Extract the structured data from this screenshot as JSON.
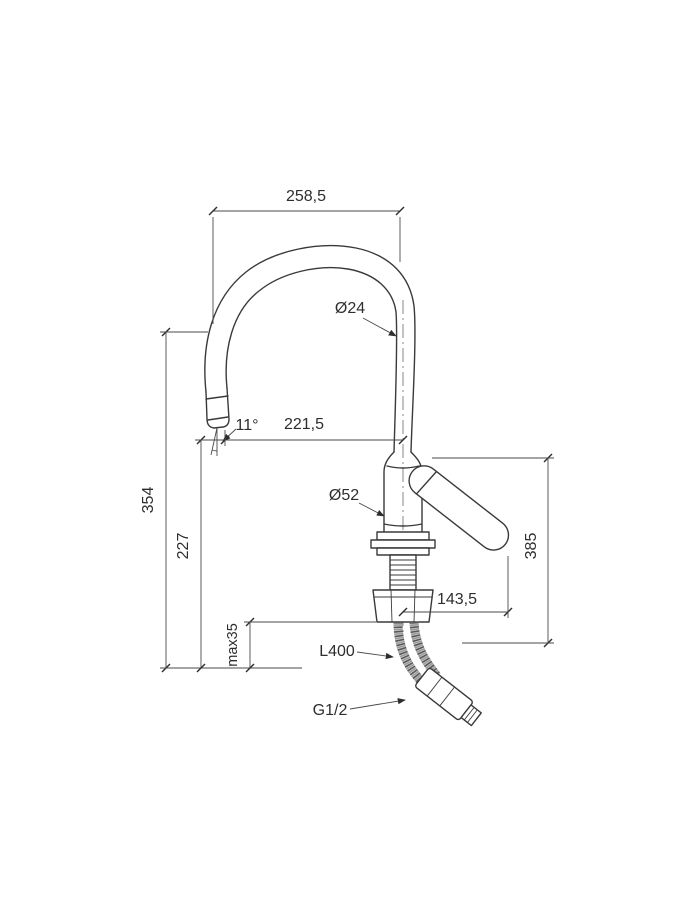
{
  "diagram": {
    "background": "#ffffff",
    "line_color": "#3a3a3a",
    "dimensions": {
      "depth": "258,5",
      "spout_diameter": "Ø24",
      "spout_reach": "221,5",
      "outlet_angle": "11°",
      "height_left": "354",
      "outlet_height": "227",
      "body_diameter": "Ø52",
      "height_right": "385",
      "handle_reach": "143,5",
      "max_deck_thickness": "max35",
      "hose_length": "L400",
      "thread": "G1/2"
    }
  }
}
